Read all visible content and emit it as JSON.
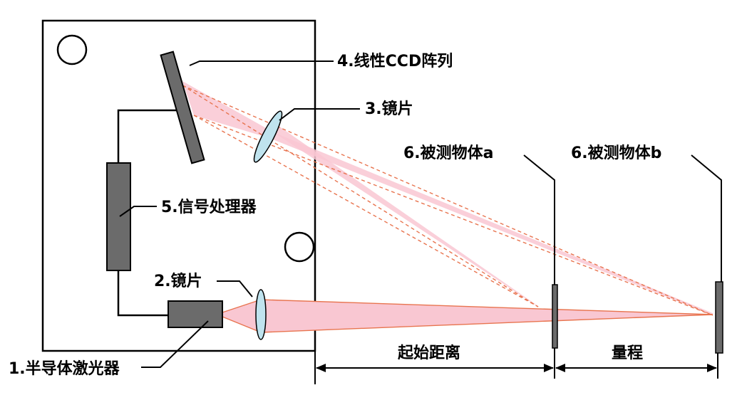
{
  "labels": {
    "laser": "1.半导体激光器",
    "lens2": "2.镜片",
    "lens3": "3.镜片",
    "ccd": "4.线性CCD阵列",
    "processor": "5.信号处理器",
    "object_a": "6.被测物体a",
    "object_b": "6.被测物体b",
    "start_distance": "起始距离",
    "range": "量程"
  },
  "colors": {
    "beam_fill": "#f9c7d2",
    "beam_edge": "#e8744f",
    "lens_fill": "#bfe3ee",
    "component_fill": "#6b6b6b",
    "line": "#000000"
  }
}
